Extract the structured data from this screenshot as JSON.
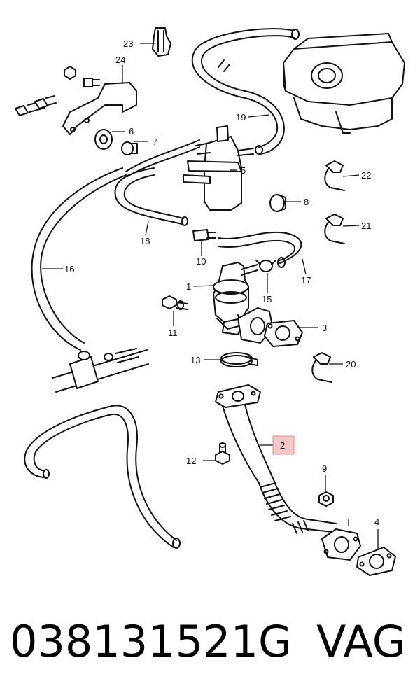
{
  "diagram": {
    "labels": {
      "l1": "1",
      "l2": "2",
      "l3": "3",
      "l4": "4",
      "l5": "5",
      "l6": "6",
      "l7": "7",
      "l8": "8",
      "l9": "9",
      "l10": "10",
      "l11": "11",
      "l12": "12",
      "l13": "13",
      "l15": "15",
      "l16": "16",
      "l17": "17",
      "l18": "18",
      "l19": "19",
      "l20": "20",
      "l21": "21",
      "l22": "22",
      "l23": "23",
      "l24": "24"
    },
    "highlighted_label": "2",
    "highlight_color": "#f4c7c7",
    "highlight_border": "#e08a8a"
  },
  "footer": {
    "part_number": "038131521G",
    "brand": "VAG"
  }
}
